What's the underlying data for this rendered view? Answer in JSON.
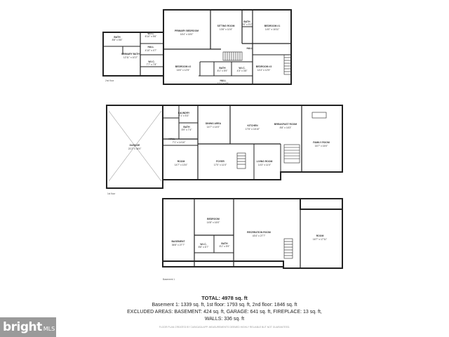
{
  "floors": {
    "second": {
      "rooms": [
        {
          "name": "PRIMARY BEDROOM",
          "dims": "16'4\" x 16'0\""
        },
        {
          "name": "SITTING ROOM",
          "dims": "13'6\" x 11'6\""
        },
        {
          "name": "BATH",
          "dims": "9'0\" x 9'1\""
        },
        {
          "name": "BEDROOM #1",
          "dims": "14'0\" x 16'11\""
        },
        {
          "name": "BATH",
          "dims": "8'8\" x 5'8\""
        },
        {
          "name": "W.I.C.",
          "dims": "6'10\" x 5'6\""
        },
        {
          "name": "PRIMARY BATH",
          "dims": "12'11\" x 10'2\""
        },
        {
          "name": "HALL",
          "dims": "4'10\" x 4'7\""
        },
        {
          "name": "W.I.C.",
          "dims": "7'7\" x 7'8\""
        },
        {
          "name": "BEDROOM #2",
          "dims": "16'0\" x 12'5\""
        },
        {
          "name": "BATH",
          "dims": "8'1\" x 5'9\""
        },
        {
          "name": "W.I.C.",
          "dims": "4'3\" x 3'8\""
        },
        {
          "name": "BEDROOM #3",
          "dims": "14'4\" x 12'5\""
        },
        {
          "name": "HALL",
          "dims": "17'1\" x 4'5\""
        },
        {
          "name": "HALL",
          "dims": ""
        }
      ],
      "caption": "2nd floor"
    },
    "first": {
      "rooms": [
        {
          "name": "LAUNDRY",
          "dims": "7'1\" x 5'3\""
        },
        {
          "name": "BATH",
          "dims": "5'9\" x 7'4\""
        },
        {
          "name": "DINING AREA",
          "dims": "14'7\" x 14'0\""
        },
        {
          "name": "KITCHEN",
          "dims": "17'6\" x 16'10\""
        },
        {
          "name": "BREAKFAST ROOM",
          "dims": "8'8\" x 16'3\""
        },
        {
          "name": "FAMILY ROOM",
          "dims": "16'7\" x 16'0\""
        },
        {
          "name": "GARAGE",
          "dims": "21'2\" x 34'0\""
        },
        {
          "name": "HALL",
          "dims": "7'1\" x 14'10\""
        },
        {
          "name": "ROOM",
          "dims": "14'7\" x 13'0\""
        },
        {
          "name": "FOYER",
          "dims": "17'0\" x 11'0\""
        },
        {
          "name": "LIVING ROOM",
          "dims": "14'3\" x 11'0\""
        }
      ],
      "caption": "1st floor"
    },
    "basement": {
      "rooms": [
        {
          "name": "BEDROOM",
          "dims": "14'8\" x 16'0\""
        },
        {
          "name": "BASEMENT",
          "dims": "36'8\" x 27'7\""
        },
        {
          "name": "W.I.C.",
          "dims": "8'8\" x 6'7\""
        },
        {
          "name": "BATH",
          "dims": "8'1\" x 5'9\""
        },
        {
          "name": "RECREATION ROOM",
          "dims": "43'4\" x 27'7\""
        },
        {
          "name": "ROOM",
          "dims": "16'7\" x 17'11\""
        }
      ],
      "caption": "Basement 1"
    }
  },
  "summary": {
    "total": "TOTAL: 4978 sq. ft",
    "line1": "Basement 1: 1339 sq. ft, 1st floor: 1793 sq. ft, 2nd floor: 1846 sq. ft",
    "line2": "EXCLUDED AREAS: BASEMENT: 424 sq. ft, GARAGE: 641 sq. ft, FIREPLACE: 13 sq. ft,",
    "line3": "WALLS: 336 sq. ft",
    "disclaimer": "FLOOR PLAN CREATED BY CUBICASA APP. MEASUREMENTS DEEMED HIGHLY RELIABLE BUT NOT GUARANTEED."
  },
  "brand": {
    "name": "bright",
    "suffix": "MLS",
    "color": "#9a9a9a"
  },
  "colors": {
    "wall": "#222222",
    "background": "#ffffff"
  }
}
